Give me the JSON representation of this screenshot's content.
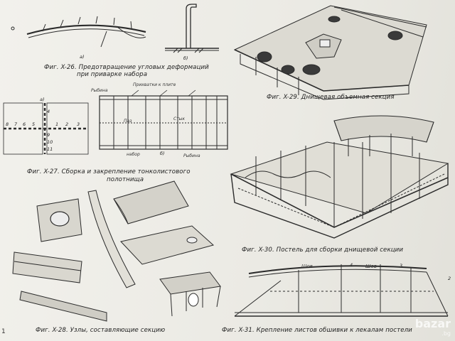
{
  "figures": {
    "fig26": {
      "caption_line1": "Фиг. X-26. Предотвращение угловых деформаций",
      "caption_line2": "при приварке набора",
      "sub_a": "а)",
      "sub_b": "б)"
    },
    "fig27": {
      "caption_line1": "Фиг. X-27. Сборка и закрепление тонколистового",
      "caption_line2": "полотнища",
      "sub_a": "а)",
      "sub_b": "б)",
      "labels": {
        "rybina_top": "Рыбина",
        "prikh": "Прихватки к плите",
        "paz": "Паз",
        "styk": "Стык",
        "nabor": "набор",
        "rybina_bottom": "Рыбина"
      },
      "numbers": [
        "8",
        "7",
        "6",
        "5",
        "1",
        "2",
        "3",
        "4",
        "9",
        "10",
        "11"
      ]
    },
    "fig28": {
      "caption": "Фиг. X-28. Узлы, составляющие секцию"
    },
    "fig29": {
      "caption": "Фиг. X-29. Днищевая объемная секция"
    },
    "fig30": {
      "caption": "Фиг. X-30. Постель для сборки днищевой секции"
    },
    "fig31": {
      "caption": "Фиг. X-31. Крепление листов обшивки к лекалам постели",
      "labels": {
        "shov1": "Шов",
        "shov2": "Шов",
        "n4": "4",
        "n3": "3",
        "n2": "2"
      }
    }
  },
  "corner_label": "1",
  "watermark": {
    "brand": "bazar",
    "domain": ".bg"
  }
}
